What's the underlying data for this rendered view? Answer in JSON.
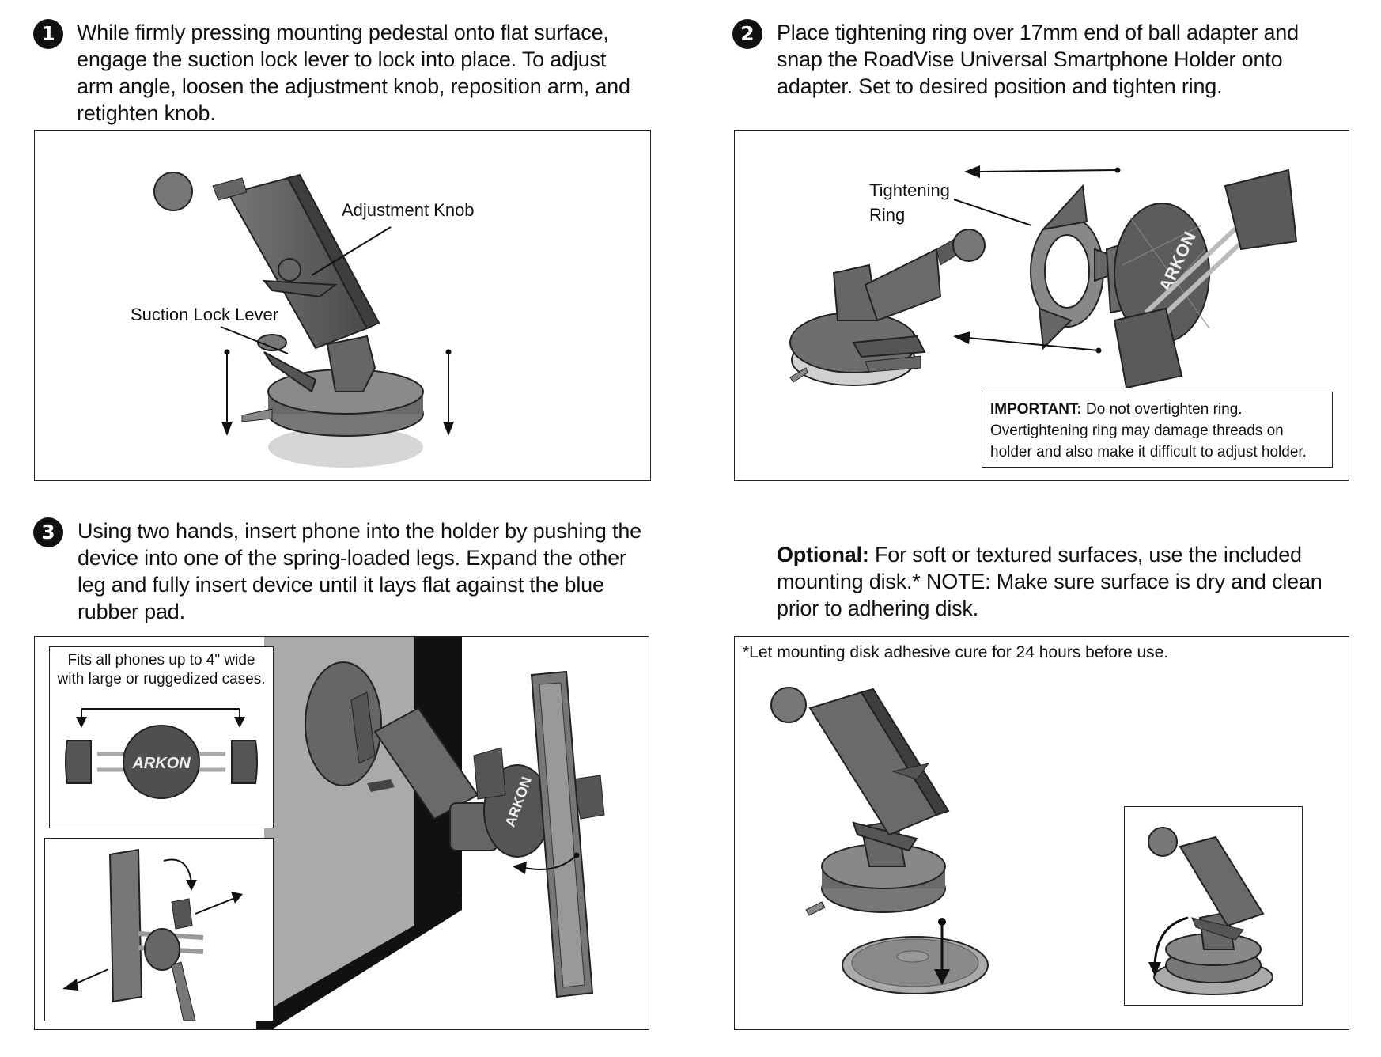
{
  "step1": {
    "number": "1",
    "text": "While firmly pressing mounting pedestal onto flat surface, engage the suction lock lever to lock into place. To adjust arm angle, loosen the adjustment knob, reposition arm, and retighten knob.",
    "label_knob": "Adjustment Knob",
    "label_lever": "Suction Lock Lever"
  },
  "step2": {
    "number": "2",
    "text": "Place tightening ring over 17mm end of ball adapter and snap the RoadVise Universal Smartphone Holder onto adapter. Set to desired position and tighten ring.",
    "label_ring_line1": "Tightening",
    "label_ring_line2": "Ring",
    "important_label": "IMPORTANT:",
    "important_text": " Do not overtighten ring. Overtightening ring may damage threads on holder and also make it difficult to adjust holder.",
    "brand": "ARKON"
  },
  "step3": {
    "number": "3",
    "text": "Using two hands, insert phone into the holder by pushing the device into one of the spring-loaded legs. Expand the other leg and fully insert device until it lays flat against the blue rubber pad.",
    "fits_line1": "Fits all phones up to 4\" wide",
    "fits_line2": "with large or ruggedized cases.",
    "brand": "ARKON"
  },
  "optional": {
    "label": "Optional:",
    "text": " For soft or textured surfaces, use the included mounting disk.* NOTE: Make sure surface is dry and clean prior to adhering disk.",
    "cure_note": "*Let mounting disk adhesive cure for 24 hours before use."
  }
}
